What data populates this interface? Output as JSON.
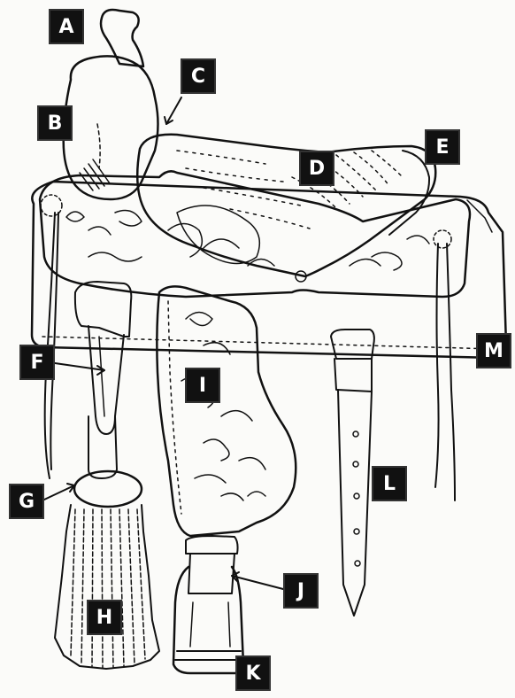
{
  "labels": {
    "a": "A",
    "b": "B",
    "c": "C",
    "d": "D",
    "e": "E",
    "f": "F",
    "g": "G",
    "h": "H",
    "i": "I",
    "j": "J",
    "k": "K",
    "l": "L",
    "m": "M"
  },
  "colors": {
    "ink": "#111111",
    "paper": "#fbfbf9",
    "label_bg": "#111111",
    "label_text": "#ffffff"
  }
}
